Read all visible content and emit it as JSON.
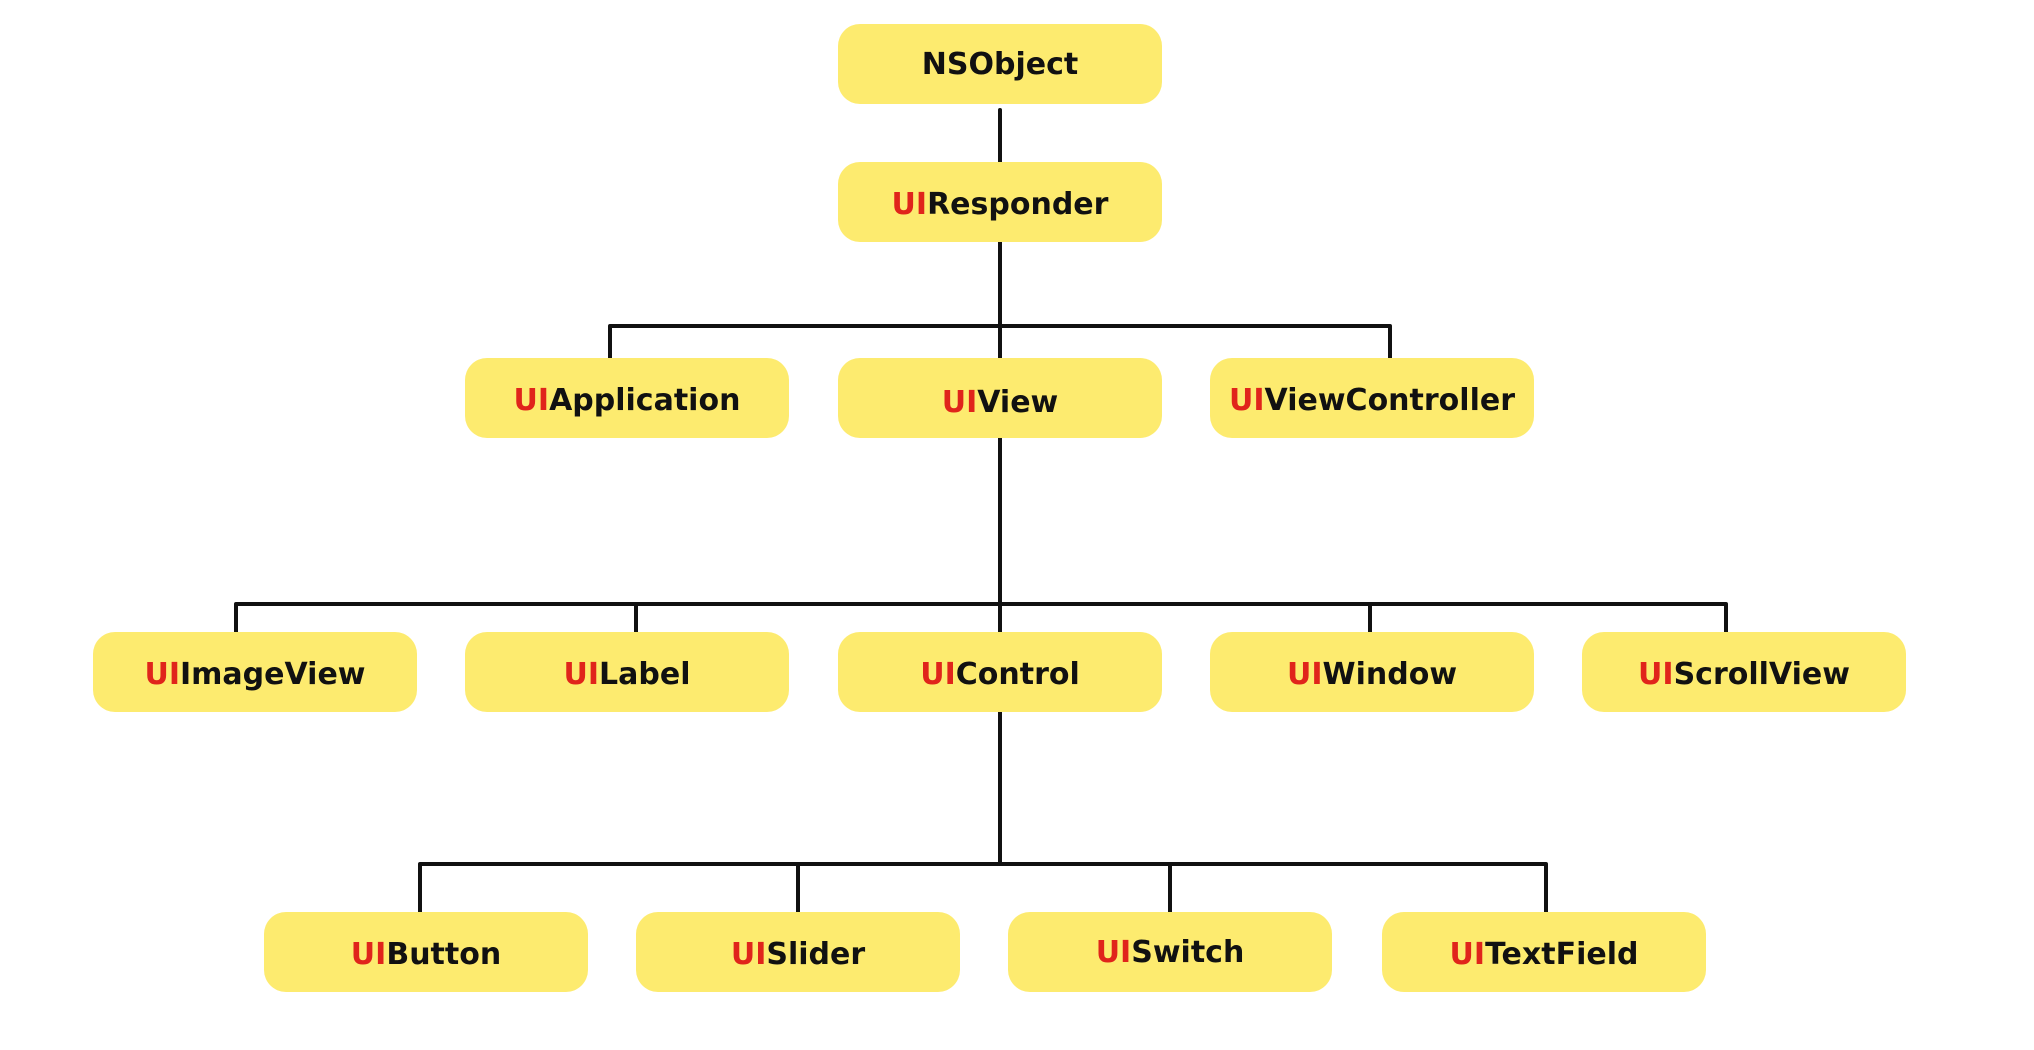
{
  "diagram": {
    "prefix_color": "#e0241b",
    "box_color": "#fdeb6f",
    "nodes": {
      "nsobject": {
        "prefix": "",
        "name": "NSObject"
      },
      "uiresponder": {
        "prefix": "UI",
        "name": "Responder"
      },
      "uiapplication": {
        "prefix": "UI",
        "name": "Application"
      },
      "uiview": {
        "prefix": "UI",
        "name": "View"
      },
      "uiviewcontroller": {
        "prefix": "UI",
        "name": "ViewController"
      },
      "uiimageview": {
        "prefix": "UI",
        "name": "ImageView"
      },
      "uilabel": {
        "prefix": "UI",
        "name": "Label"
      },
      "uicontrol": {
        "prefix": "UI",
        "name": "Control"
      },
      "uiwindow": {
        "prefix": "UI",
        "name": "Window"
      },
      "uiscrollview": {
        "prefix": "UI",
        "name": "ScrollView"
      },
      "uibutton": {
        "prefix": "UI",
        "name": "Button"
      },
      "uislider": {
        "prefix": "UI",
        "name": "Slider"
      },
      "uiswitch": {
        "prefix": "UI",
        "name": "Switch"
      },
      "uitextfield": {
        "prefix": "UI",
        "name": "TextField"
      }
    },
    "edges": [
      [
        "nsobject",
        "uiresponder"
      ],
      [
        "uiresponder",
        "uiapplication"
      ],
      [
        "uiresponder",
        "uiview"
      ],
      [
        "uiresponder",
        "uiviewcontroller"
      ],
      [
        "uiview",
        "uiimageview"
      ],
      [
        "uiview",
        "uilabel"
      ],
      [
        "uiview",
        "uicontrol"
      ],
      [
        "uiview",
        "uiwindow"
      ],
      [
        "uiview",
        "uiscrollview"
      ],
      [
        "uicontrol",
        "uibutton"
      ],
      [
        "uicontrol",
        "uislider"
      ],
      [
        "uicontrol",
        "uiswitch"
      ],
      [
        "uicontrol",
        "uitextfield"
      ]
    ]
  }
}
